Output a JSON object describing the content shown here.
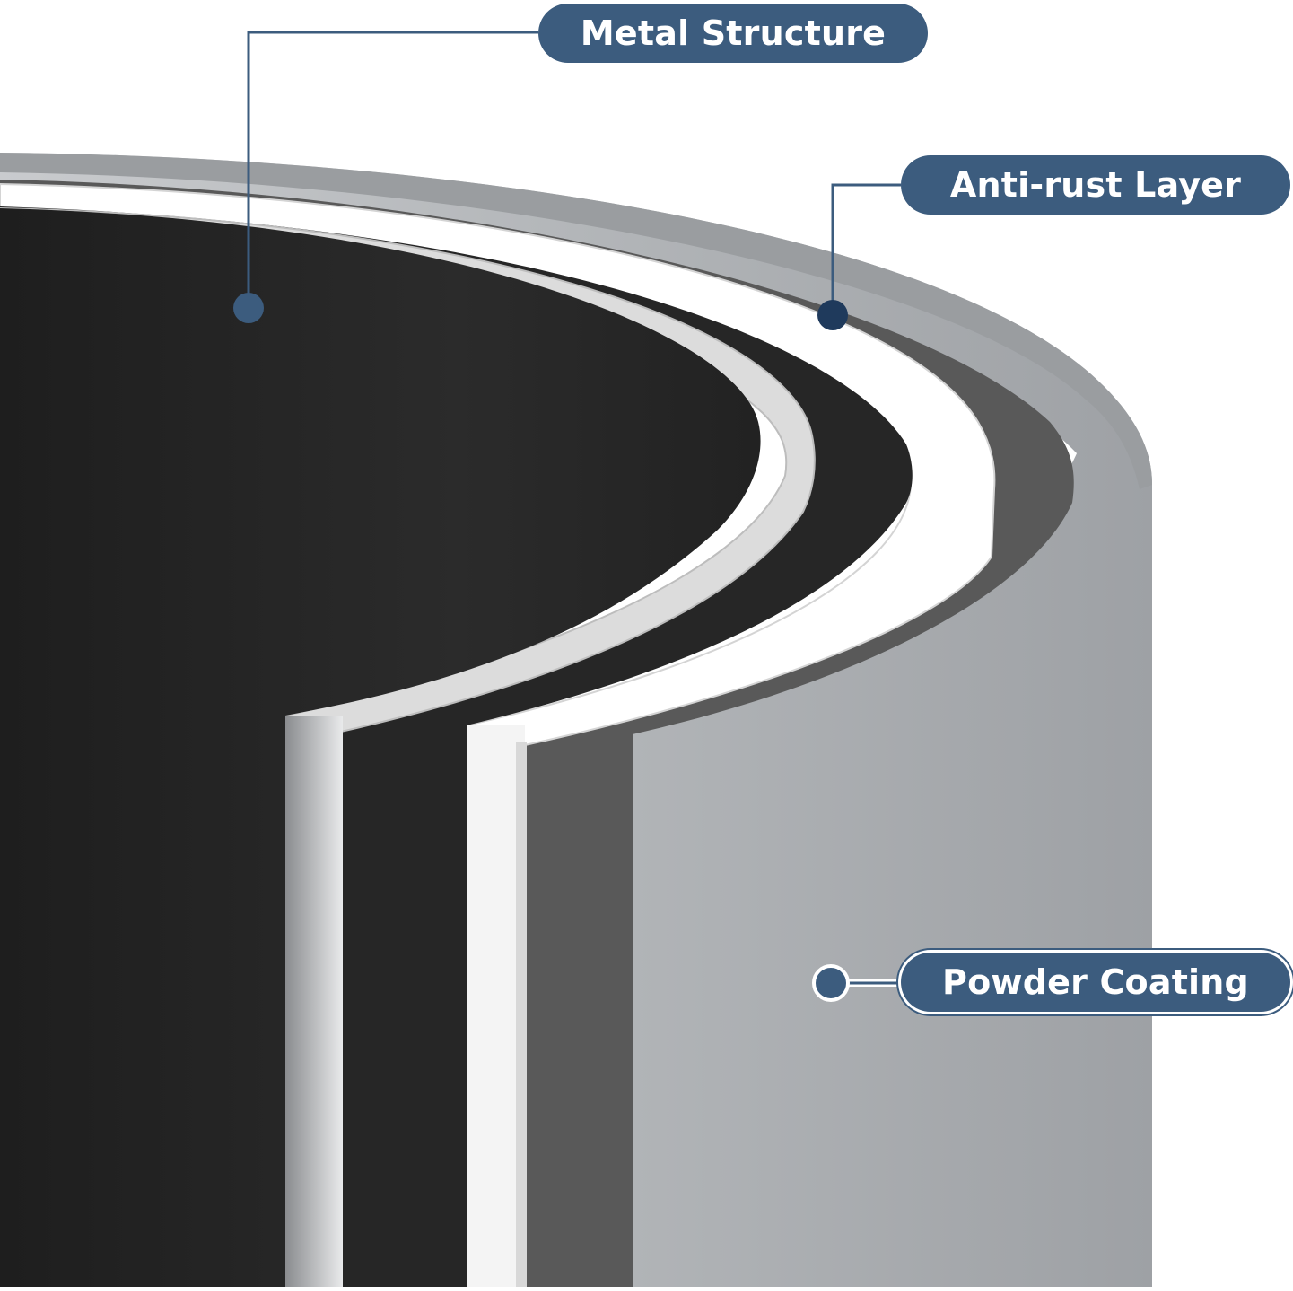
{
  "labels": {
    "metal_structure": "Metal Structure",
    "anti_rust_layer": "Anti-rust Layer",
    "powder_coating": "Powder Coating"
  },
  "colors": {
    "label_fill": "#3c5c7e",
    "marker_fill": "#3c5c7e",
    "marker_dark": "#1f3a5c",
    "interior": "#242424",
    "metal_layer": "#dcdcdc",
    "anti_rust_layer": "#ffffff",
    "powder_coating": "#a6a9ad",
    "background": "#ffffff"
  },
  "icons": {
    "leader_marker": "circle-dot-icon"
  }
}
